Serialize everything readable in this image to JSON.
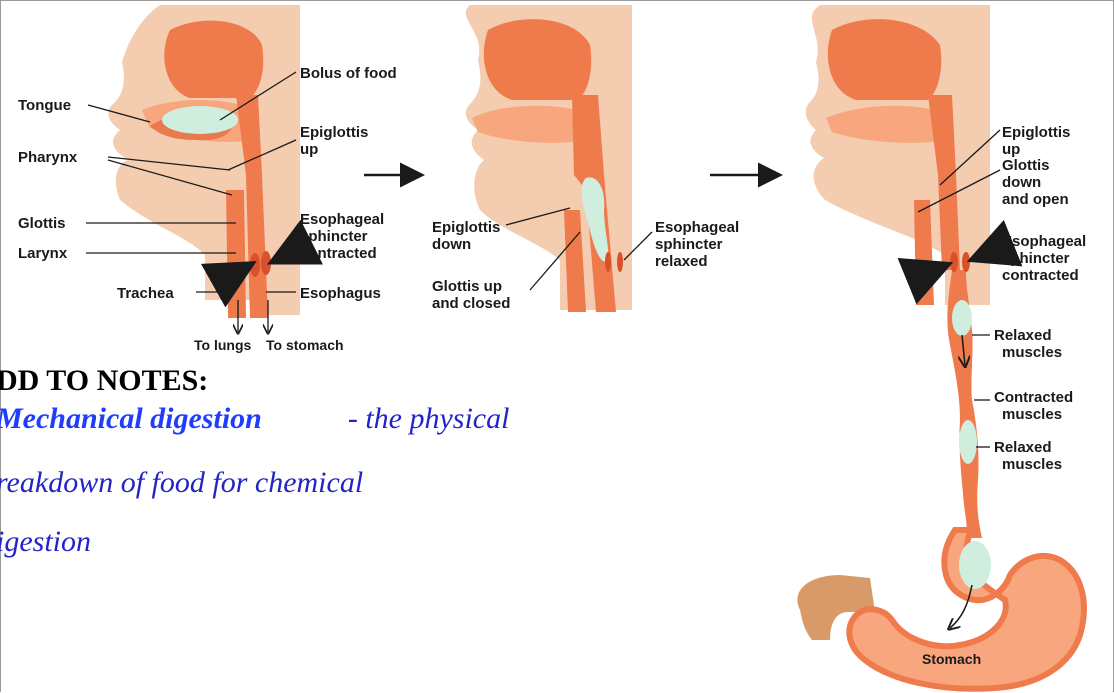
{
  "diagram": {
    "colors": {
      "tissue": "#f4ccb0",
      "tissue_dark": "#e9b08c",
      "tract": "#ef7a4c",
      "tract_light": "#f7a67e",
      "bolus": "#cfeede",
      "sphincter": "#d9502a",
      "arrow": "#2f7fd0",
      "line": "#1a1a1a"
    },
    "panel1": {
      "labels": {
        "tongue": "Tongue",
        "pharynx": "Pharynx",
        "glottis": "Glottis",
        "larynx": "Larynx",
        "trachea": "Trachea",
        "bolus": "Bolus of food",
        "epiglottis_up_1": "Epiglottis",
        "epiglottis_up_2": "up",
        "sphincter_1": "Esophageal",
        "sphincter_2": "sphincter",
        "sphincter_3": "contracted",
        "esophagus": "Esophagus",
        "to_lungs": "To lungs",
        "to_stomach": "To stomach"
      }
    },
    "panel2": {
      "labels": {
        "epiglottis_down_1": "Epiglottis",
        "epiglottis_down_2": "down",
        "glottis_closed_1": "Glottis up",
        "glottis_closed_2": "and closed",
        "sphincter_1": "Esophageal",
        "sphincter_2": "sphincter",
        "sphincter_3": "relaxed"
      }
    },
    "panel3": {
      "labels": {
        "epiglottis_up_1": "Epiglottis",
        "epiglottis_up_2": "up",
        "glottis_1": "Glottis",
        "glottis_2": "down",
        "glottis_3": "and open",
        "sphincter_1": "Esophageal",
        "sphincter_2": "sphincter",
        "sphincter_3": "contracted",
        "relaxed_a_1": "Relaxed",
        "relaxed_a_2": "muscles",
        "contracted_1": "Contracted",
        "contracted_2": "muscles",
        "relaxed_b_1": "Relaxed",
        "relaxed_b_2": "muscles",
        "stomach": "Stomach"
      }
    }
  },
  "notes": {
    "heading": "DD TO NOTES:",
    "term": "Mechanical digestion",
    "definition_1": "- the physical",
    "line2": "reakdown of food for chemical",
    "line3": "igestion"
  }
}
